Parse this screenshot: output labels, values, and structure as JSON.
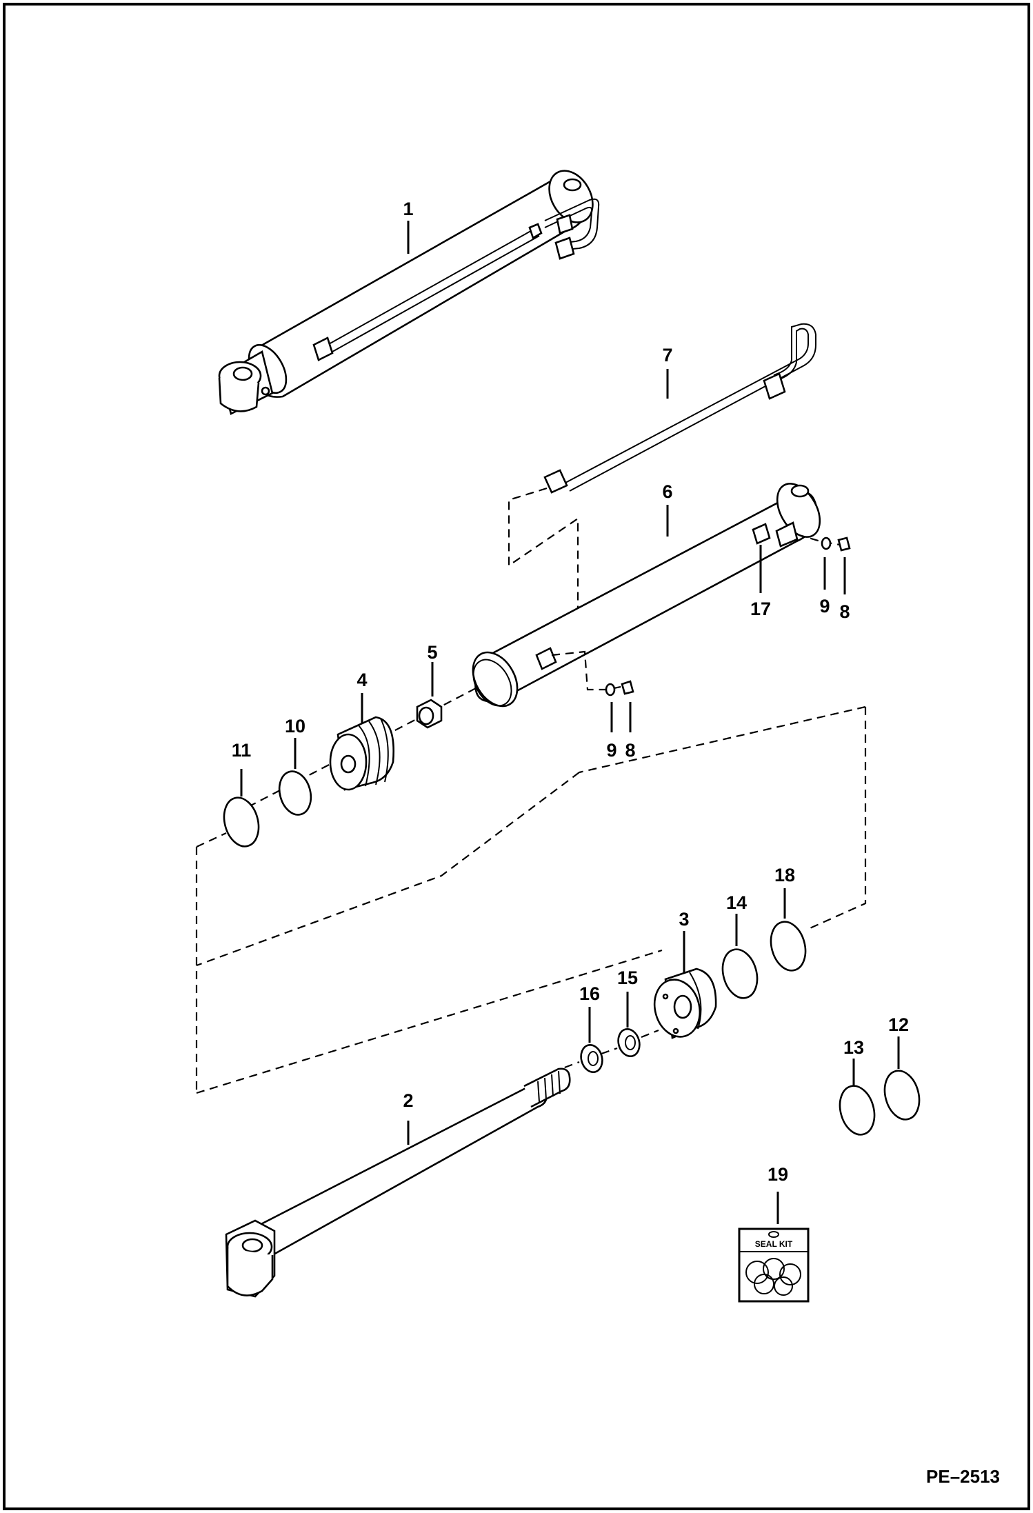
{
  "diagram": {
    "reference": "PE–2513",
    "callouts": {
      "c1": "1",
      "c2": "2",
      "c3": "3",
      "c4": "4",
      "c5": "5",
      "c6": "6",
      "c7": "7",
      "c8a": "8",
      "c8b": "8",
      "c9a": "9",
      "c9b": "9",
      "c10": "10",
      "c11": "11",
      "c12": "12",
      "c13": "13",
      "c14": "14",
      "c15": "15",
      "c16": "16",
      "c17": "17",
      "c18": "18",
      "c19": "19"
    },
    "seal_kit_label": "SEAL KIT"
  }
}
